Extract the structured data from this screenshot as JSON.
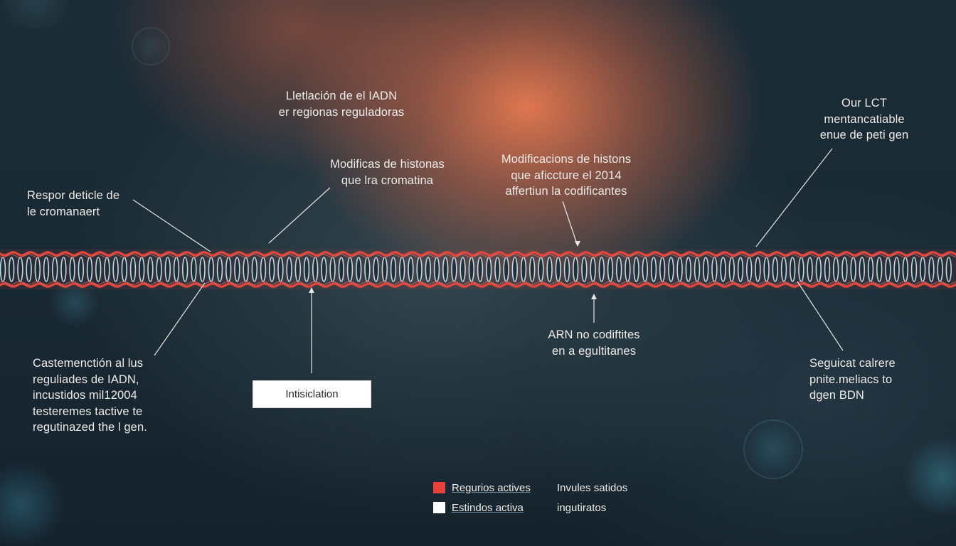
{
  "labels": {
    "top_center": "Lletlación de el IADN\ner regionas reguladoras",
    "mid_left": "Modificas de histonas\nque lra cromatina",
    "mid_right": "Modificacions de histons\nque aficcture el 2014\naffertiun la codificantes",
    "top_right": "Our LCT\nmentancatiable\nenue de peti gen",
    "left_upper": "Respor deticle de\nle cromanaert",
    "left_lower": "Castemenctión al lus\nreguliades de IADN,\nincustidos mil12004\ntesteremes tactive te\nregutinazed the l gen.",
    "bottom_mid": "ARN no codiftites\nen a egultitanes",
    "right_lower": "Seguicat calrere\npnite.meliacs to\ndgen BDN"
  },
  "box_label": "Intisiclation",
  "legend": [
    {
      "color": "#e8413c",
      "label": "Regurios actives",
      "note": "Invules satidos"
    },
    {
      "color": "#ffffff",
      "label": "Estindos activa",
      "note": "ingutiratos"
    }
  ],
  "colors": {
    "strand": "#e2473f",
    "rung": "#cfe6f0",
    "rung_dark": "#1d2e38",
    "accent": "#e87a50"
  }
}
